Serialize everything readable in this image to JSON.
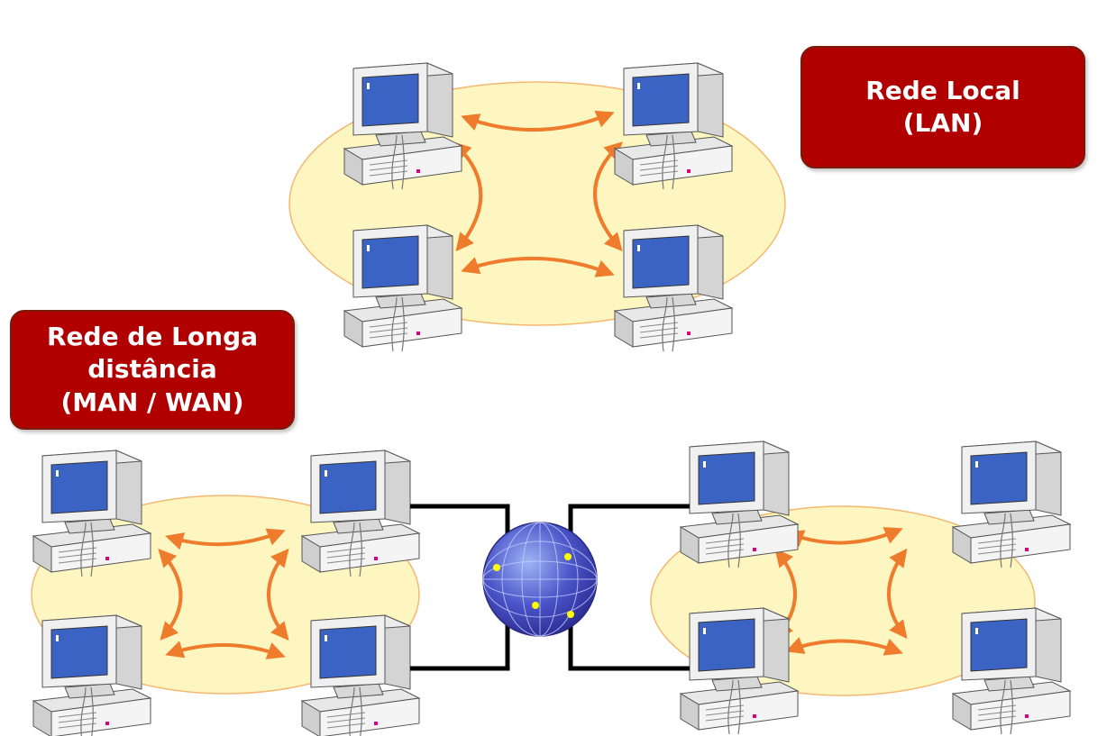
{
  "title_fragment": "",
  "lan_label": {
    "line1": "Rede Local",
    "line2": "(LAN)"
  },
  "wan_label": {
    "line1": "Rede de Longa",
    "line2": "distância",
    "line3": "(MAN / WAN)"
  },
  "colors": {
    "ellipse_fill": "#fdf6c0",
    "ellipse_stroke": "#f4b870",
    "arrow": "#ef7b2c",
    "label_bg": "#b00000",
    "screen": "#3a63c4",
    "link": "#000000"
  },
  "icons": [
    "desktop-computer-icon",
    "globe-icon"
  ]
}
